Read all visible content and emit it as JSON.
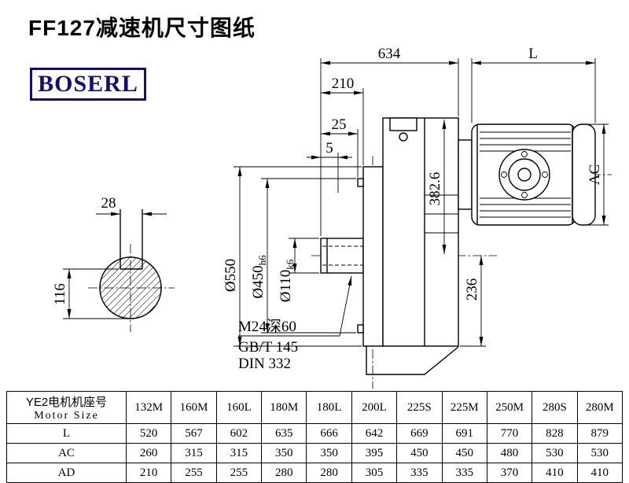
{
  "title": "FF127减速机尺寸图纸",
  "logo": {
    "text": "BOSERL"
  },
  "drawing": {
    "dims": {
      "total_634": "634",
      "motor_L": "L",
      "len_210": "210",
      "len_25": "25",
      "len_5": "5",
      "flange_od": "Ø550",
      "spigot": "Ø450",
      "spigot_tol": "h6",
      "bore": "Ø110",
      "bore_tol": "k6",
      "height_382": "382.6",
      "bottom_236": "236",
      "motor_ac": "AC",
      "key_28": "28",
      "shaft_116": "116"
    },
    "notes": {
      "tap": "M24深60",
      "gb": "GB/T 145",
      "din": "DIN 332"
    }
  },
  "table": {
    "header_cn": "YE2电机机座号",
    "header_en": "Motor Size",
    "columns": [
      "132M",
      "160M",
      "160L",
      "180M",
      "180L",
      "200L",
      "225S",
      "225M",
      "250M",
      "280S",
      "280M"
    ],
    "rows": [
      {
        "label": "L",
        "values": [
          "520",
          "567",
          "602",
          "635",
          "666",
          "642",
          "669",
          "691",
          "770",
          "828",
          "879"
        ]
      },
      {
        "label": "AC",
        "values": [
          "260",
          "315",
          "315",
          "350",
          "350",
          "395",
          "450",
          "450",
          "480",
          "530",
          "530"
        ]
      },
      {
        "label": "AD",
        "values": [
          "210",
          "255",
          "255",
          "280",
          "280",
          "305",
          "335",
          "335",
          "370",
          "410",
          "410"
        ]
      }
    ]
  }
}
